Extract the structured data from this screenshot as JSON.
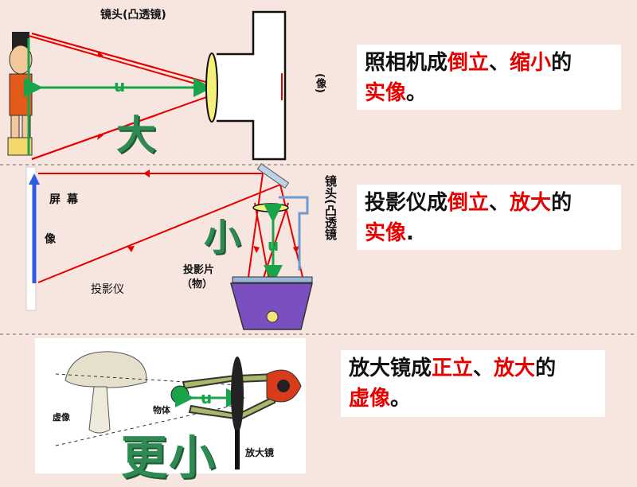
{
  "camera": {
    "lens_label": "镜头(凸透镜)",
    "image_label": "(像)",
    "distance_label": "u",
    "size_word": "大",
    "note": {
      "prefix": "照相机成",
      "hl1": "倒立",
      "sep": "、",
      "hl2": "缩小",
      "suffix": "的",
      "hl3": "实像",
      "end": "。"
    }
  },
  "projector": {
    "screen_label": "屏幕",
    "image_label": "像",
    "device_label": "投影仪",
    "slide_label": "投影片",
    "object_label": "（物）",
    "lens_label": "镜头(凸透镜",
    "distance_label": "u",
    "size_word": "小",
    "note": {
      "prefix": "投影仪成",
      "hl1": "倒立",
      "sep": "、",
      "hl2": "放大",
      "suffix": "的",
      "hl3": "实像",
      "end": "."
    }
  },
  "magnifier": {
    "virtual_image_label": "虚像",
    "object_label": "物体",
    "lens_label": "放大镜",
    "distance_label": "u",
    "size_word": "更小",
    "note": {
      "prefix": "放大镜成",
      "hl1": "正立",
      "sep": "、",
      "hl2": "放大",
      "suffix": "的",
      "hl3": "虚像",
      "end": "。"
    }
  },
  "colors": {
    "ray": "#e60000",
    "arrow_green": "#18a54a",
    "screen_blue": "#2d5be3",
    "lens_yellow": "#f5f07a",
    "box_purple": "#7a4fbf",
    "big_text_green": "#2e8a52"
  }
}
